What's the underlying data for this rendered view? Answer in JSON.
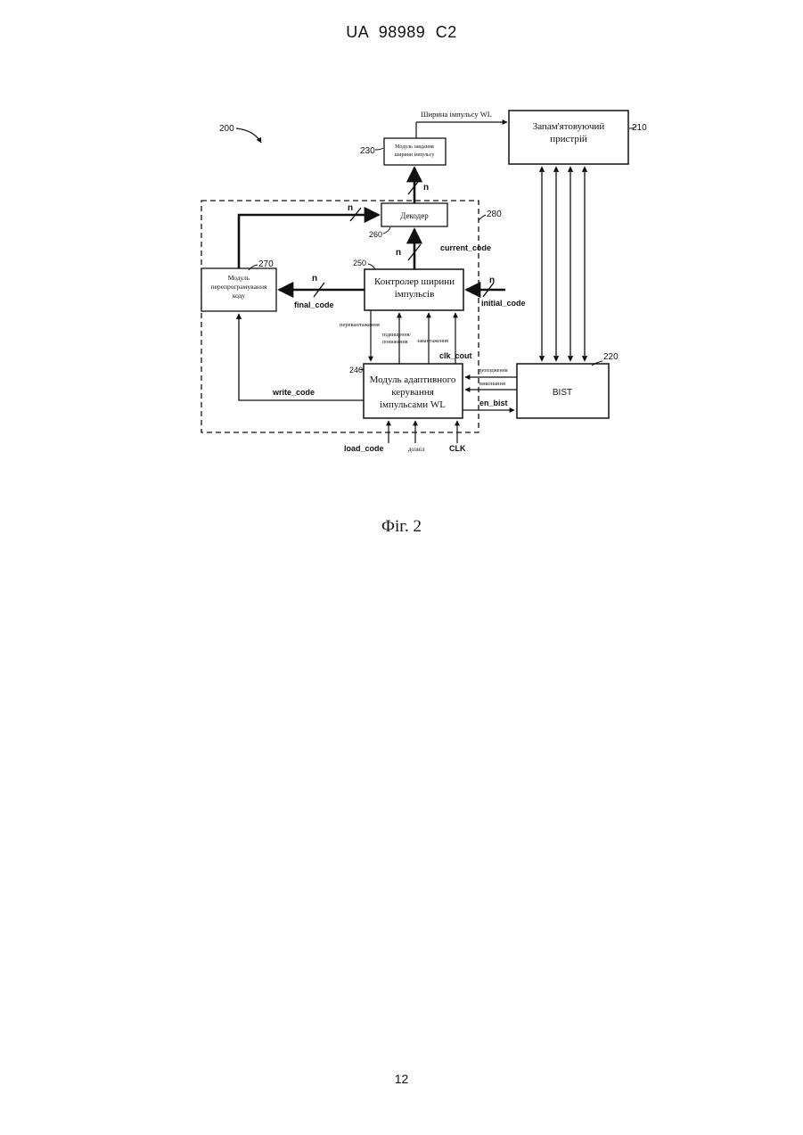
{
  "header": {
    "doc_id": "UA   98989   C2"
  },
  "figure": {
    "caption": "Фіг. 2",
    "refs": {
      "r200": "200",
      "r210": "210",
      "r220": "220",
      "r230": "230",
      "r240": "240",
      "r250": "250",
      "r260": "260",
      "r270": "270",
      "r280": "280"
    },
    "blocks": {
      "memory": [
        "Запам'ятовуючий",
        "пристрій"
      ],
      "pulse_setter": [
        "Модуль завдання",
        "ширини імпульсу"
      ],
      "decoder": "Декодер",
      "reprogram": [
        "Модуль",
        "перепрограмування",
        "коду"
      ],
      "controller": [
        "Контролер ширини",
        "імпульсів"
      ],
      "adaptive": [
        "Модуль адаптивного",
        "керування",
        "імпульсами WL"
      ],
      "bist": "BIST"
    },
    "signals": {
      "wl_width": "Ширина імпульсу WL",
      "n": "n",
      "current_code": "current_code",
      "final_code": "final_code",
      "initial_code": "initial_code",
      "overload": "перевантаження",
      "inc_dec": [
        "підвищення/",
        "пониження"
      ],
      "load": "завантаження",
      "clk_cout": "clk_cout",
      "pass": "проходження",
      "done": "виконання",
      "en_bist": "en_bist",
      "write_code": "write_code",
      "load_code": "load_code",
      "enable": "дозвіл",
      "clk": "CLK"
    }
  }
}
